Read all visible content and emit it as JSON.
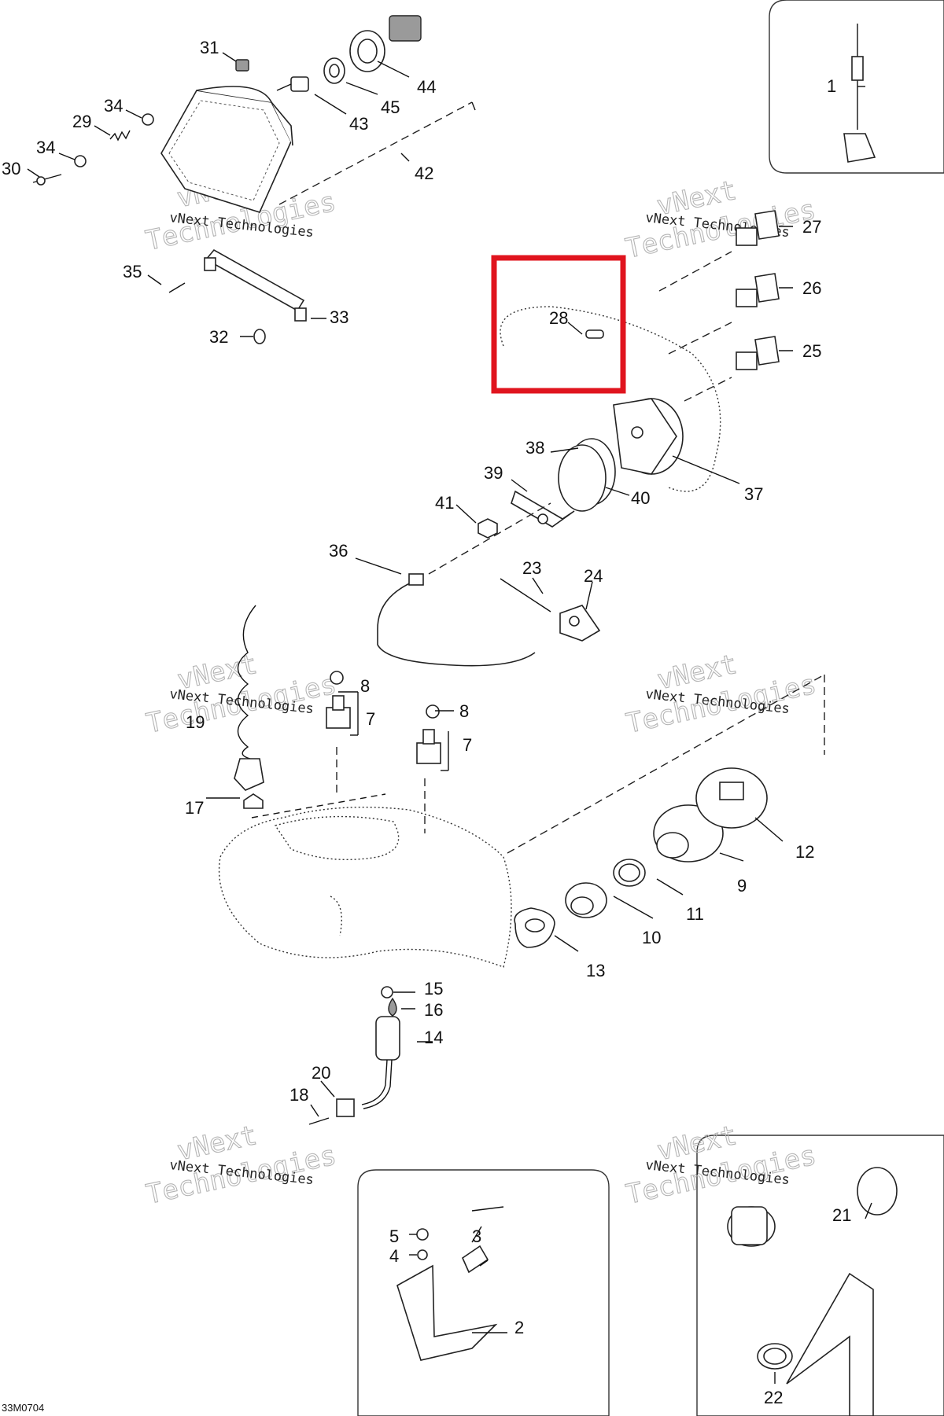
{
  "diagram": {
    "drawing_code": "33M0704",
    "watermark": {
      "line1": "vNext",
      "line2": "Technologies",
      "small": "vNext Technologies"
    },
    "callouts": [
      "1",
      "2",
      "3",
      "4",
      "5",
      "7",
      "7",
      "8",
      "8",
      "9",
      "10",
      "11",
      "12",
      "13",
      "14",
      "15",
      "16",
      "17",
      "18",
      "19",
      "20",
      "21",
      "22",
      "23",
      "24",
      "25",
      "26",
      "27",
      "28",
      "29",
      "30",
      "31",
      "32",
      "33",
      "34",
      "34",
      "35",
      "36",
      "37",
      "38",
      "39",
      "40",
      "41",
      "42",
      "43",
      "44",
      "45"
    ],
    "highlighted_callout": "28",
    "colors": {
      "highlight": "#e0141e",
      "line": "#222222",
      "background": "#ffffff"
    }
  }
}
